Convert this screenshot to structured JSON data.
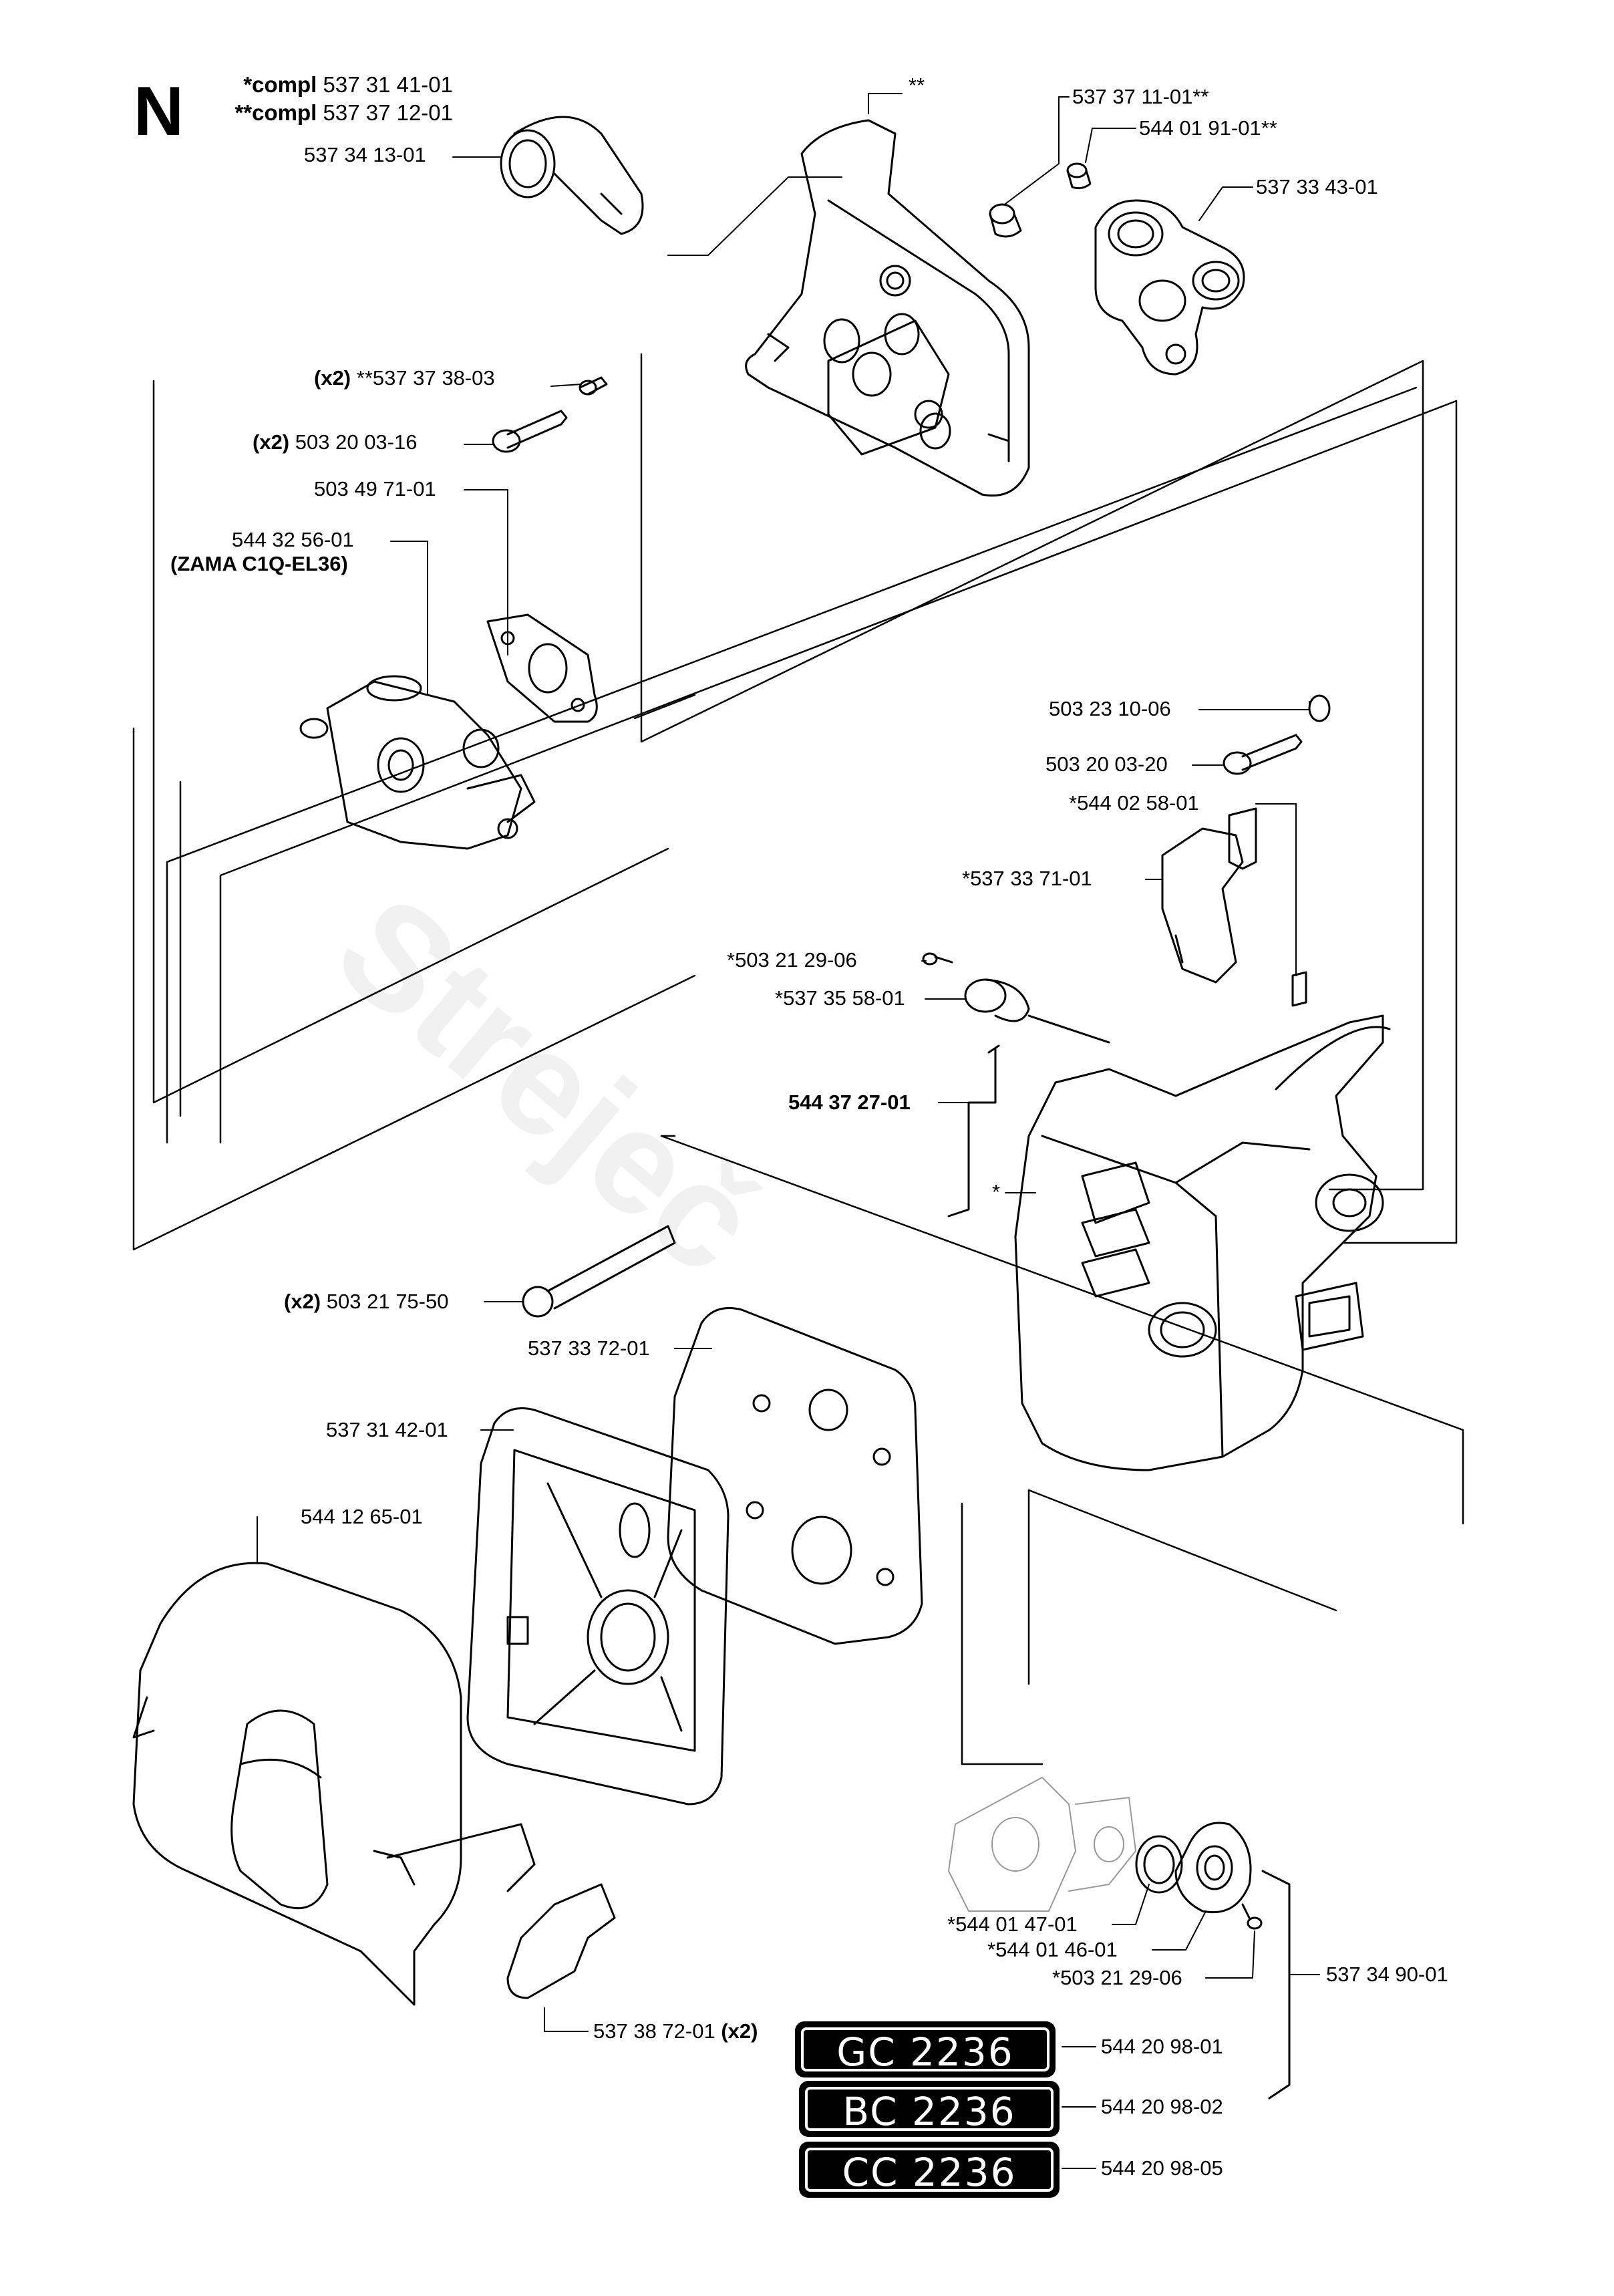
{
  "section": "N",
  "compl": [
    {
      "prefix": "*compl",
      "number": "537 31 41-01"
    },
    {
      "prefix": "**compl",
      "number": "537 37 12-01"
    }
  ],
  "labels": {
    "p_537_34_13": "537 34 13-01",
    "p_star2": "**",
    "p_537_37_11": "537 37 11-01**",
    "p_544_01_91": "544 01 91-01**",
    "p_537_33_43": "537 33 43-01",
    "p_x2a": "(x2)",
    "p_537_37_38": "**537 37 38-03",
    "p_x2b": "(x2)",
    "p_503_20_03_16": "503 20 03-16",
    "p_503_49_71": "503 49 71-01",
    "p_544_32_56": "544 32 56-01",
    "p_zama": "(ZAMA C1Q-EL36)",
    "p_503_23_10": "503 23 10-06",
    "p_503_20_03_20": "503 20 03-20",
    "p_544_02_58": "*544 02 58-01",
    "p_537_33_71": "*537 33 71-01",
    "p_503_21_29_a": "*503 21 29-06",
    "p_537_35_58": "*537 35 58-01",
    "p_544_37_27": "544 37 27-01",
    "p_star1": "*",
    "p_x2c": "(x2)",
    "p_503_21_75": "503 21 75-50",
    "p_537_33_72": "537 33 72-01",
    "p_537_31_42": "537 31 42-01",
    "p_544_12_65": "544 12 65-01",
    "p_537_38_72": "537 38 72-01",
    "p_x2d": "(x2)",
    "p_544_01_47": "*544 01 47-01",
    "p_544_01_46": "*544 01 46-01",
    "p_503_21_29_b": "*503 21 29-06",
    "p_537_34_90": "537 34 90-01",
    "p_544_20_98_01": "544 20 98-01",
    "p_544_20_98_02": "544 20 98-02",
    "p_544_20_98_05": "544 20 98-05"
  },
  "decals": [
    "GC 2236",
    "BC 2236",
    "CC 2236"
  ],
  "watermark": "Streječ"
}
